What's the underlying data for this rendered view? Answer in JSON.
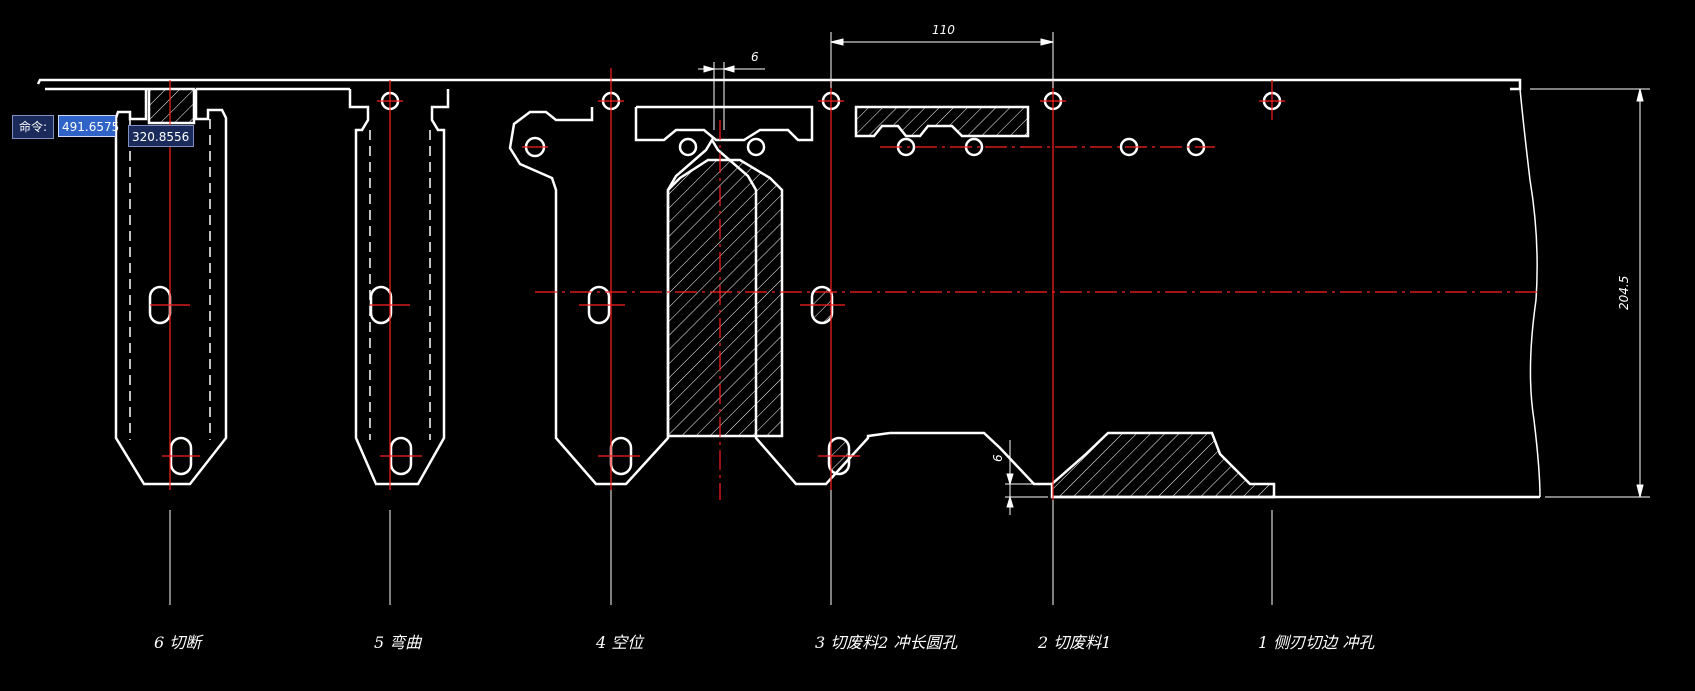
{
  "command_bar": {
    "label": "命令:",
    "x_value": "491.6575",
    "y_value": "320.8556"
  },
  "dimensions": {
    "width_top": "110",
    "gap_top": "6",
    "height_right": "204.5",
    "step_small": "6"
  },
  "stations": [
    {
      "label": "6 切断"
    },
    {
      "label": "5 弯曲"
    },
    {
      "label": "4 空位"
    },
    {
      "label": "3 切废料2 冲长圆孔"
    },
    {
      "label": "2 切废料1"
    },
    {
      "label": "1 侧刃切边 冲孔"
    }
  ],
  "colors": {
    "background": "#000000",
    "outline": "#ffffff",
    "centerline": "#ff2020"
  }
}
